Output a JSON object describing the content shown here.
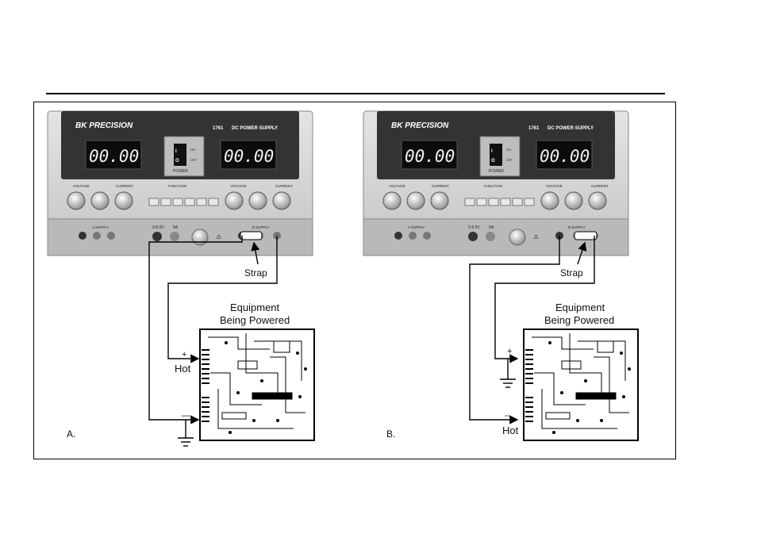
{
  "panels": [
    {
      "id": "A",
      "label": "A.",
      "psu": {
        "brand": "BK PRECISION",
        "model": "1761",
        "name": "DC POWER SUPPLY",
        "display_left": "00.00",
        "display_right": "00.00",
        "power_label": "POWER",
        "on_label": "ON",
        "off_label": "OFF",
        "voltage_label": "VOLTAGE",
        "current_label": "CURRENT",
        "function_label": "FUNCTION",
        "a_supply": "A SUPPLY",
        "b_supply": "B SUPPLY",
        "fixed_label": "3-6.5V",
        "fixed_current": "5A"
      },
      "strap_label": "Strap",
      "equipment_title_1": "Equipment",
      "equipment_title_2": "Being Powered",
      "plus_label": "+",
      "minus_label": "—",
      "hot_label": "Hot"
    },
    {
      "id": "B",
      "label": "B.",
      "psu": {
        "brand": "BK PRECISION",
        "model": "1761",
        "name": "DC POWER SUPPLY",
        "display_left": "00.00",
        "display_right": "00.00",
        "power_label": "POWER",
        "on_label": "ON",
        "off_label": "OFF",
        "voltage_label": "VOLTAGE",
        "current_label": "CURRENT",
        "function_label": "FUNCTION",
        "a_supply": "A SUPPLY",
        "b_supply": "B SUPPLY",
        "fixed_label": "3-6.5V",
        "fixed_current": "5A"
      },
      "strap_label": "Strap",
      "equipment_title_1": "Equipment",
      "equipment_title_2": "Being Powered",
      "plus_label": "+",
      "minus_label": "--",
      "hot_label": "Hot"
    }
  ]
}
